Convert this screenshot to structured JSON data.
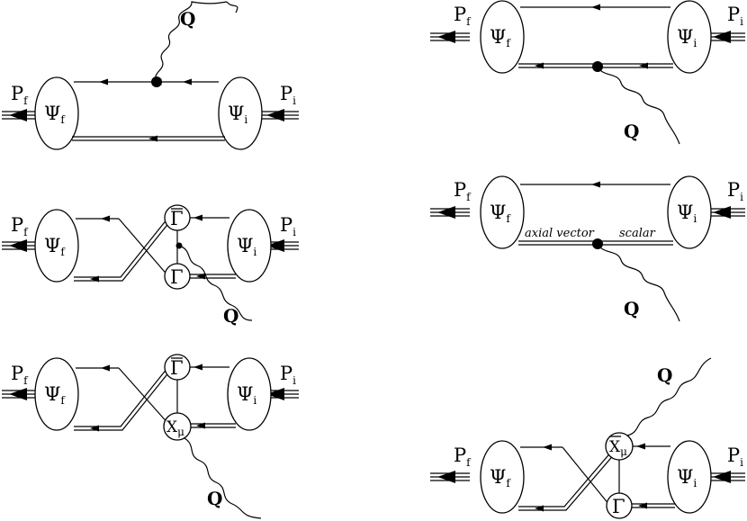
{
  "labels": {
    "psi_f": "Ψ",
    "psi_f_sub": "f",
    "psi_i": "Ψ",
    "psi_i_sub": "i",
    "p_f": "P",
    "p_f_sub": "f",
    "p_i": "P",
    "p_i_sub": "i",
    "photon": "Q",
    "gamma": "Γ",
    "gamma_bar": "Γ",
    "chi": "X",
    "chi_sub": "μ",
    "axial": "axial vector",
    "scalar": "scalar"
  }
}
